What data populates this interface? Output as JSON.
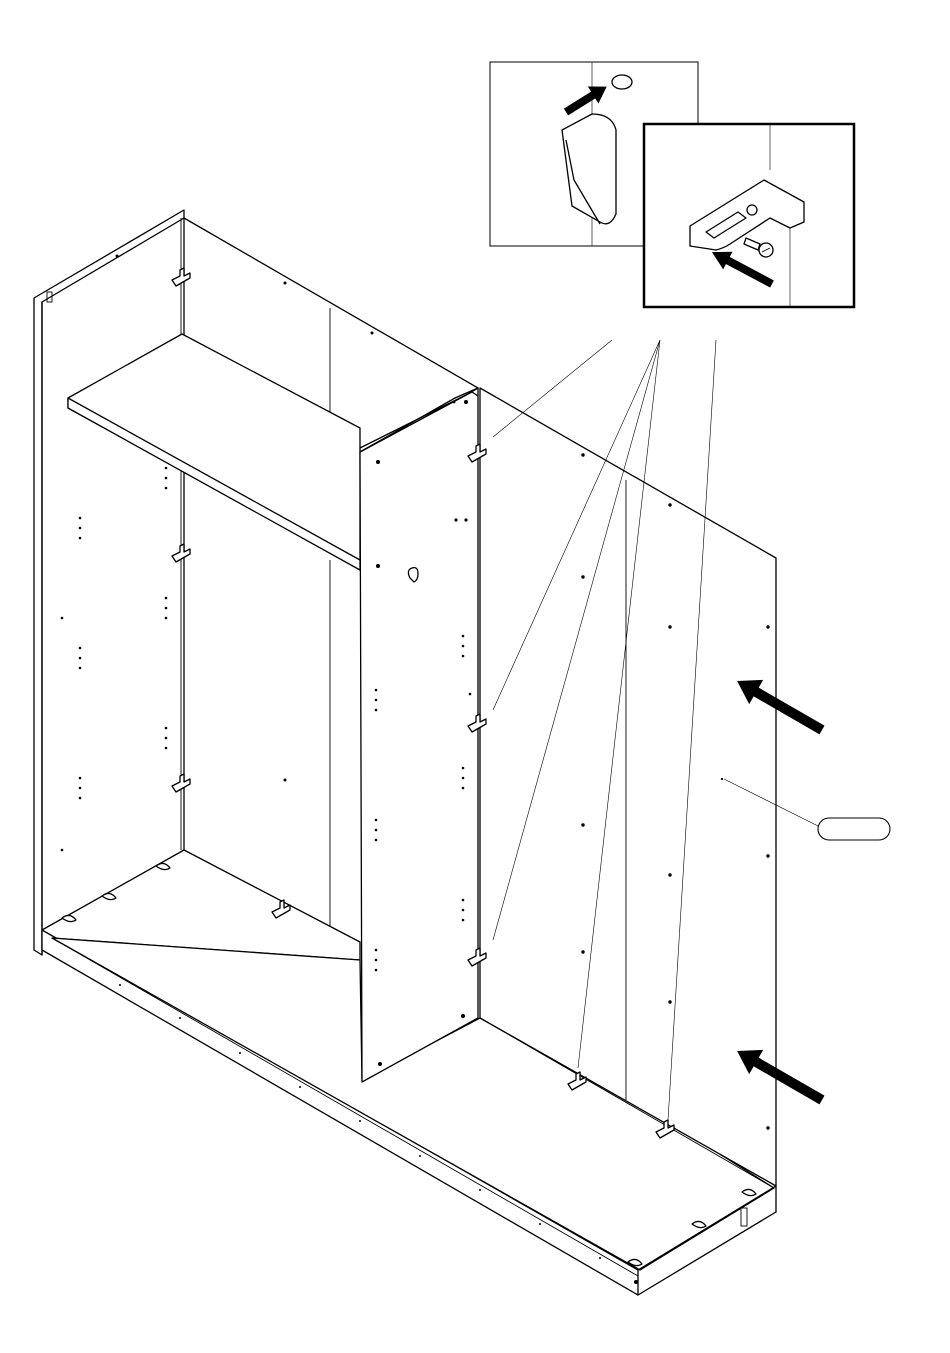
{
  "diagram": {
    "steps": [
      {
        "name": "insert-cam-into-hole"
      },
      {
        "name": "screw-bracket-into-panel"
      },
      {
        "name": "attach-back-panel"
      }
    ],
    "callout_label": "",
    "colors": {
      "line": "#000000",
      "background": "#ffffff"
    },
    "icons": [
      "arrow-icon",
      "cam-fitting-icon",
      "screw-icon",
      "shelf-bracket-icon"
    ]
  }
}
